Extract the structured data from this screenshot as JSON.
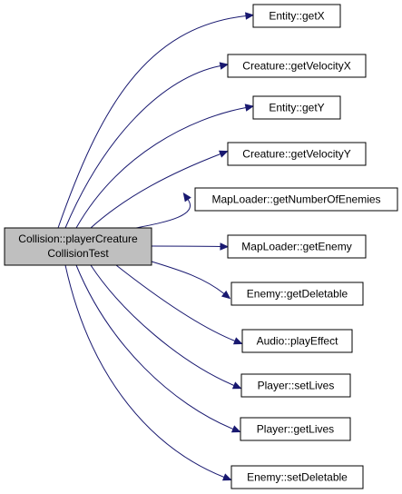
{
  "graph": {
    "type": "call-graph",
    "root": {
      "lines": [
        "Collision::playerCreature",
        "CollisionTest"
      ]
    },
    "callees": [
      {
        "label": "Entity::getX"
      },
      {
        "label": "Creature::getVelocityX"
      },
      {
        "label": "Entity::getY"
      },
      {
        "label": "Creature::getVelocityY"
      },
      {
        "label": "MapLoader::getNumberOfEnemies"
      },
      {
        "label": "MapLoader::getEnemy"
      },
      {
        "label": "Enemy::getDeletable"
      },
      {
        "label": "Audio::playEffect"
      },
      {
        "label": "Player::setLives"
      },
      {
        "label": "Player::getLives"
      },
      {
        "label": "Enemy::setDeletable"
      }
    ],
    "colors": {
      "edge": "#191970",
      "root_fill": "#bfbfbf",
      "node_fill": "#ffffff",
      "border": "#000000"
    }
  }
}
